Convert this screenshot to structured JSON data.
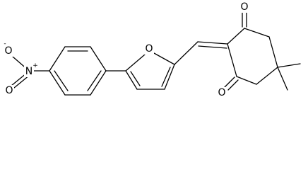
{
  "molecule": {
    "atoms": {
      "nitro_oxygen_top": {
        "symbol": "O",
        "charge": "-"
      },
      "nitro_nitrogen": {
        "symbol": "N",
        "charge": "+"
      },
      "nitro_oxygen_bottom": {
        "symbol": "O"
      },
      "furan_oxygen": {
        "symbol": "O"
      },
      "ketone_oxygen_top": {
        "symbol": "O"
      },
      "ketone_oxygen_bottom": {
        "symbol": "O"
      }
    }
  }
}
